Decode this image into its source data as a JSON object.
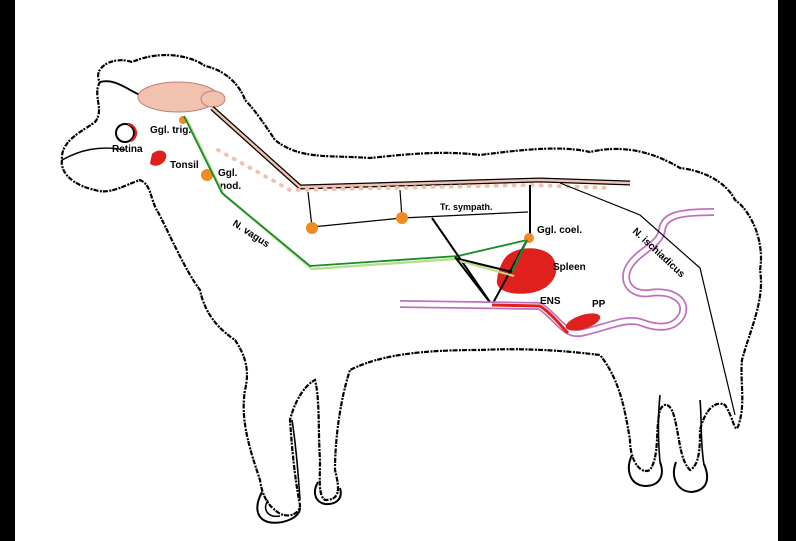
{
  "labels": {
    "retina": "Retina",
    "ggl_trig": "Ggl. trig.",
    "tonsil": "Tonsil",
    "ggl_nod_1": "Ggl.",
    "ggl_nod_2": "nod.",
    "n_vagus": "N. vagus",
    "tr_sympath": "Tr. sympath.",
    "ggl_coel": "Ggl. coel.",
    "spleen": "Spleen",
    "n_ischiadicus": "N. ischiadicus",
    "ens": "ENS",
    "pp": "PP"
  },
  "colors": {
    "background_frame": "#000000",
    "canvas": "#ffffff",
    "brain_spinal_cord": "#f2c2b0",
    "lymphoid_organ": "#e0201c",
    "ganglion": "#f08a24",
    "vagus_nerve_dark": "#1a8a2a",
    "vagus_nerve_light": "#b8e08a",
    "intestine": "#c070c0",
    "outline": "#000000"
  }
}
